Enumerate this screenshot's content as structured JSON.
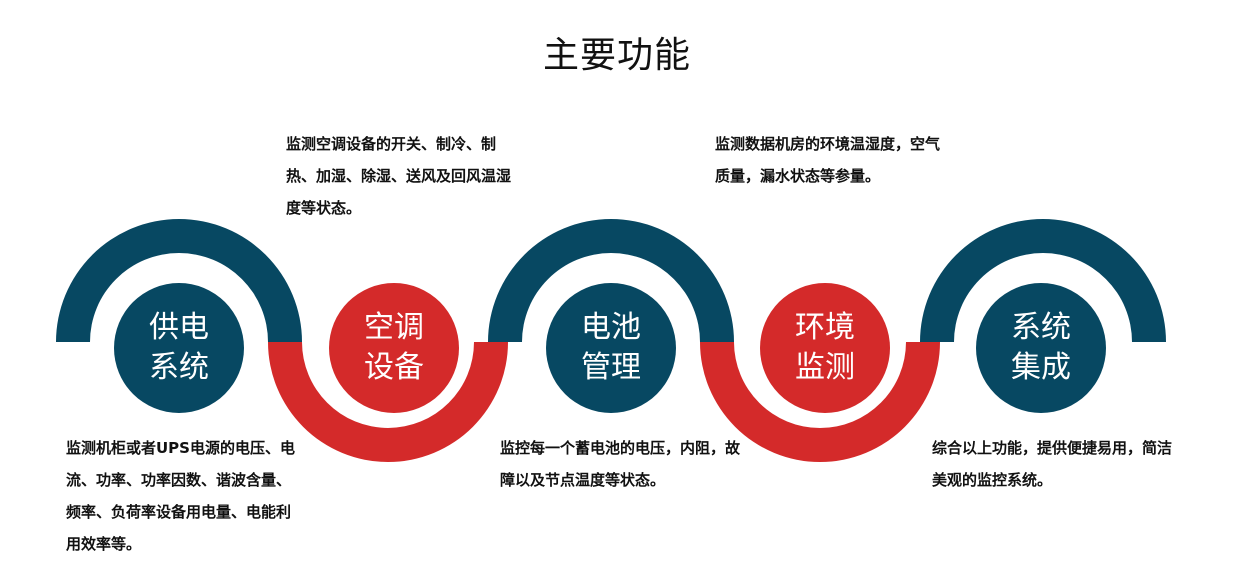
{
  "title": "主要功能",
  "colors": {
    "primary": "#074862",
    "accent": "#D42A2A"
  },
  "nodes": [
    {
      "line1": "供电",
      "line2": "系统",
      "color": "primary",
      "desc": "监测机柜或者UPS电源的电压、电流、功率、功率因数、谐波含量、频率、负荷率设备用电量、电能利用效率等。"
    },
    {
      "line1": "空调",
      "line2": "设备",
      "color": "accent",
      "desc": "监测空调设备的开关、制冷、制热、加湿、除湿、送风及回风温湿度等状态。"
    },
    {
      "line1": "电池",
      "line2": "管理",
      "color": "primary",
      "desc": "监控每一个蓄电池的电压，内阻，故障以及节点温度等状态。"
    },
    {
      "line1": "环境",
      "line2": "监测",
      "color": "accent",
      "desc": "监测数据机房的环境温湿度，空气质量，漏水状态等参量。"
    },
    {
      "line1": "系统",
      "line2": "集成",
      "color": "primary",
      "desc": "综合以上功能，提供便捷易用，简洁美观的监控系统。"
    }
  ]
}
